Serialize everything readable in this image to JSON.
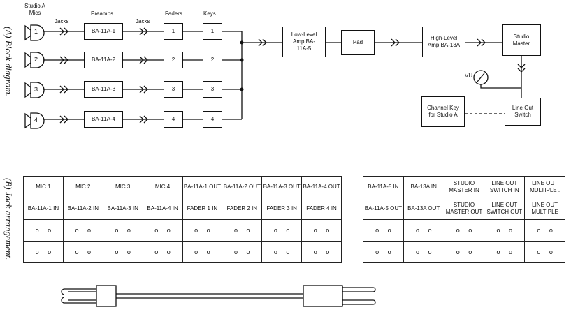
{
  "side_labels": {
    "block": "(A) Block diagram.",
    "jack": "(B) Jack arrangement."
  },
  "block_diagram": {
    "column_headers": {
      "mics": "Studio A Mics",
      "jacks1": "Jacks",
      "preamps": "Preamps",
      "jacks2": "Jacks",
      "faders": "Faders",
      "keys": "Keys"
    },
    "channels": [
      {
        "mic": "1",
        "preamp": "BA-11A-1",
        "fader": "1",
        "key": "1"
      },
      {
        "mic": "2",
        "preamp": "BA-11A-2",
        "fader": "2",
        "key": "2"
      },
      {
        "mic": "3",
        "preamp": "BA-11A-3",
        "fader": "3",
        "key": "3"
      },
      {
        "mic": "4",
        "preamp": "BA-11A-4",
        "fader": "4",
        "key": "4"
      }
    ],
    "low_level_amp": "Low-Level Amp BA-11A-5",
    "pad": "Pad",
    "high_level_amp": "High-Level Amp BA-13A",
    "studio_master": "Studio Master",
    "vu_label": "VU",
    "line_out_switch": "Line Out Switch",
    "channel_key": "Channel Key for Studio A"
  },
  "jack_field": {
    "left_panel": [
      {
        "top": "MIC 1",
        "bottom": "BA-11A-1 IN",
        "holes": [
          "o o",
          "o o"
        ]
      },
      {
        "top": "MIC 2",
        "bottom": "BA-11A-2 IN",
        "holes": [
          "o o",
          "o o"
        ]
      },
      {
        "top": "MIC 3",
        "bottom": "BA-11A-3 IN",
        "holes": [
          "o o",
          "o o"
        ]
      },
      {
        "top": "MIC 4",
        "bottom": "BA-11A-4 IN",
        "holes": [
          "o o",
          "o o"
        ]
      },
      {
        "top": "BA-11A-1 OUT",
        "bottom": "FADER 1 IN",
        "holes": [
          "o o",
          "o o"
        ]
      },
      {
        "top": "BA-11A-2 OUT",
        "bottom": "FADER 2 IN",
        "holes": [
          "o o",
          "o o"
        ]
      },
      {
        "top": "BA-11A-3 OUT",
        "bottom": "FADER 3 IN",
        "holes": [
          "o o",
          "o o"
        ]
      },
      {
        "top": "BA-11A-4 OUT",
        "bottom": "FADER 4 IN",
        "holes": [
          "o o",
          "o o"
        ]
      }
    ],
    "right_panel": [
      {
        "top": "BA-11A-5 IN",
        "bottom": "BA-11A-5 OUT",
        "holes": [
          "o o",
          "o o"
        ]
      },
      {
        "top": "BA-13A IN",
        "bottom": "BA-13A OUT",
        "holes": [
          "o o",
          "o o"
        ]
      },
      {
        "top": "STUDIO MASTER IN",
        "bottom": "STUDIO MASTER OUT",
        "holes": [
          "o o",
          "o o"
        ]
      },
      {
        "top": "LINE OUT SWITCH IN",
        "bottom": "LINE OUT SWITCH OUT",
        "holes": [
          "o o",
          "o o"
        ]
      },
      {
        "top": "LINE OUT MULTIPLE .",
        "bottom": "LINE OUT MULTIPLE",
        "holes": [
          "o o",
          "o o"
        ]
      }
    ]
  }
}
